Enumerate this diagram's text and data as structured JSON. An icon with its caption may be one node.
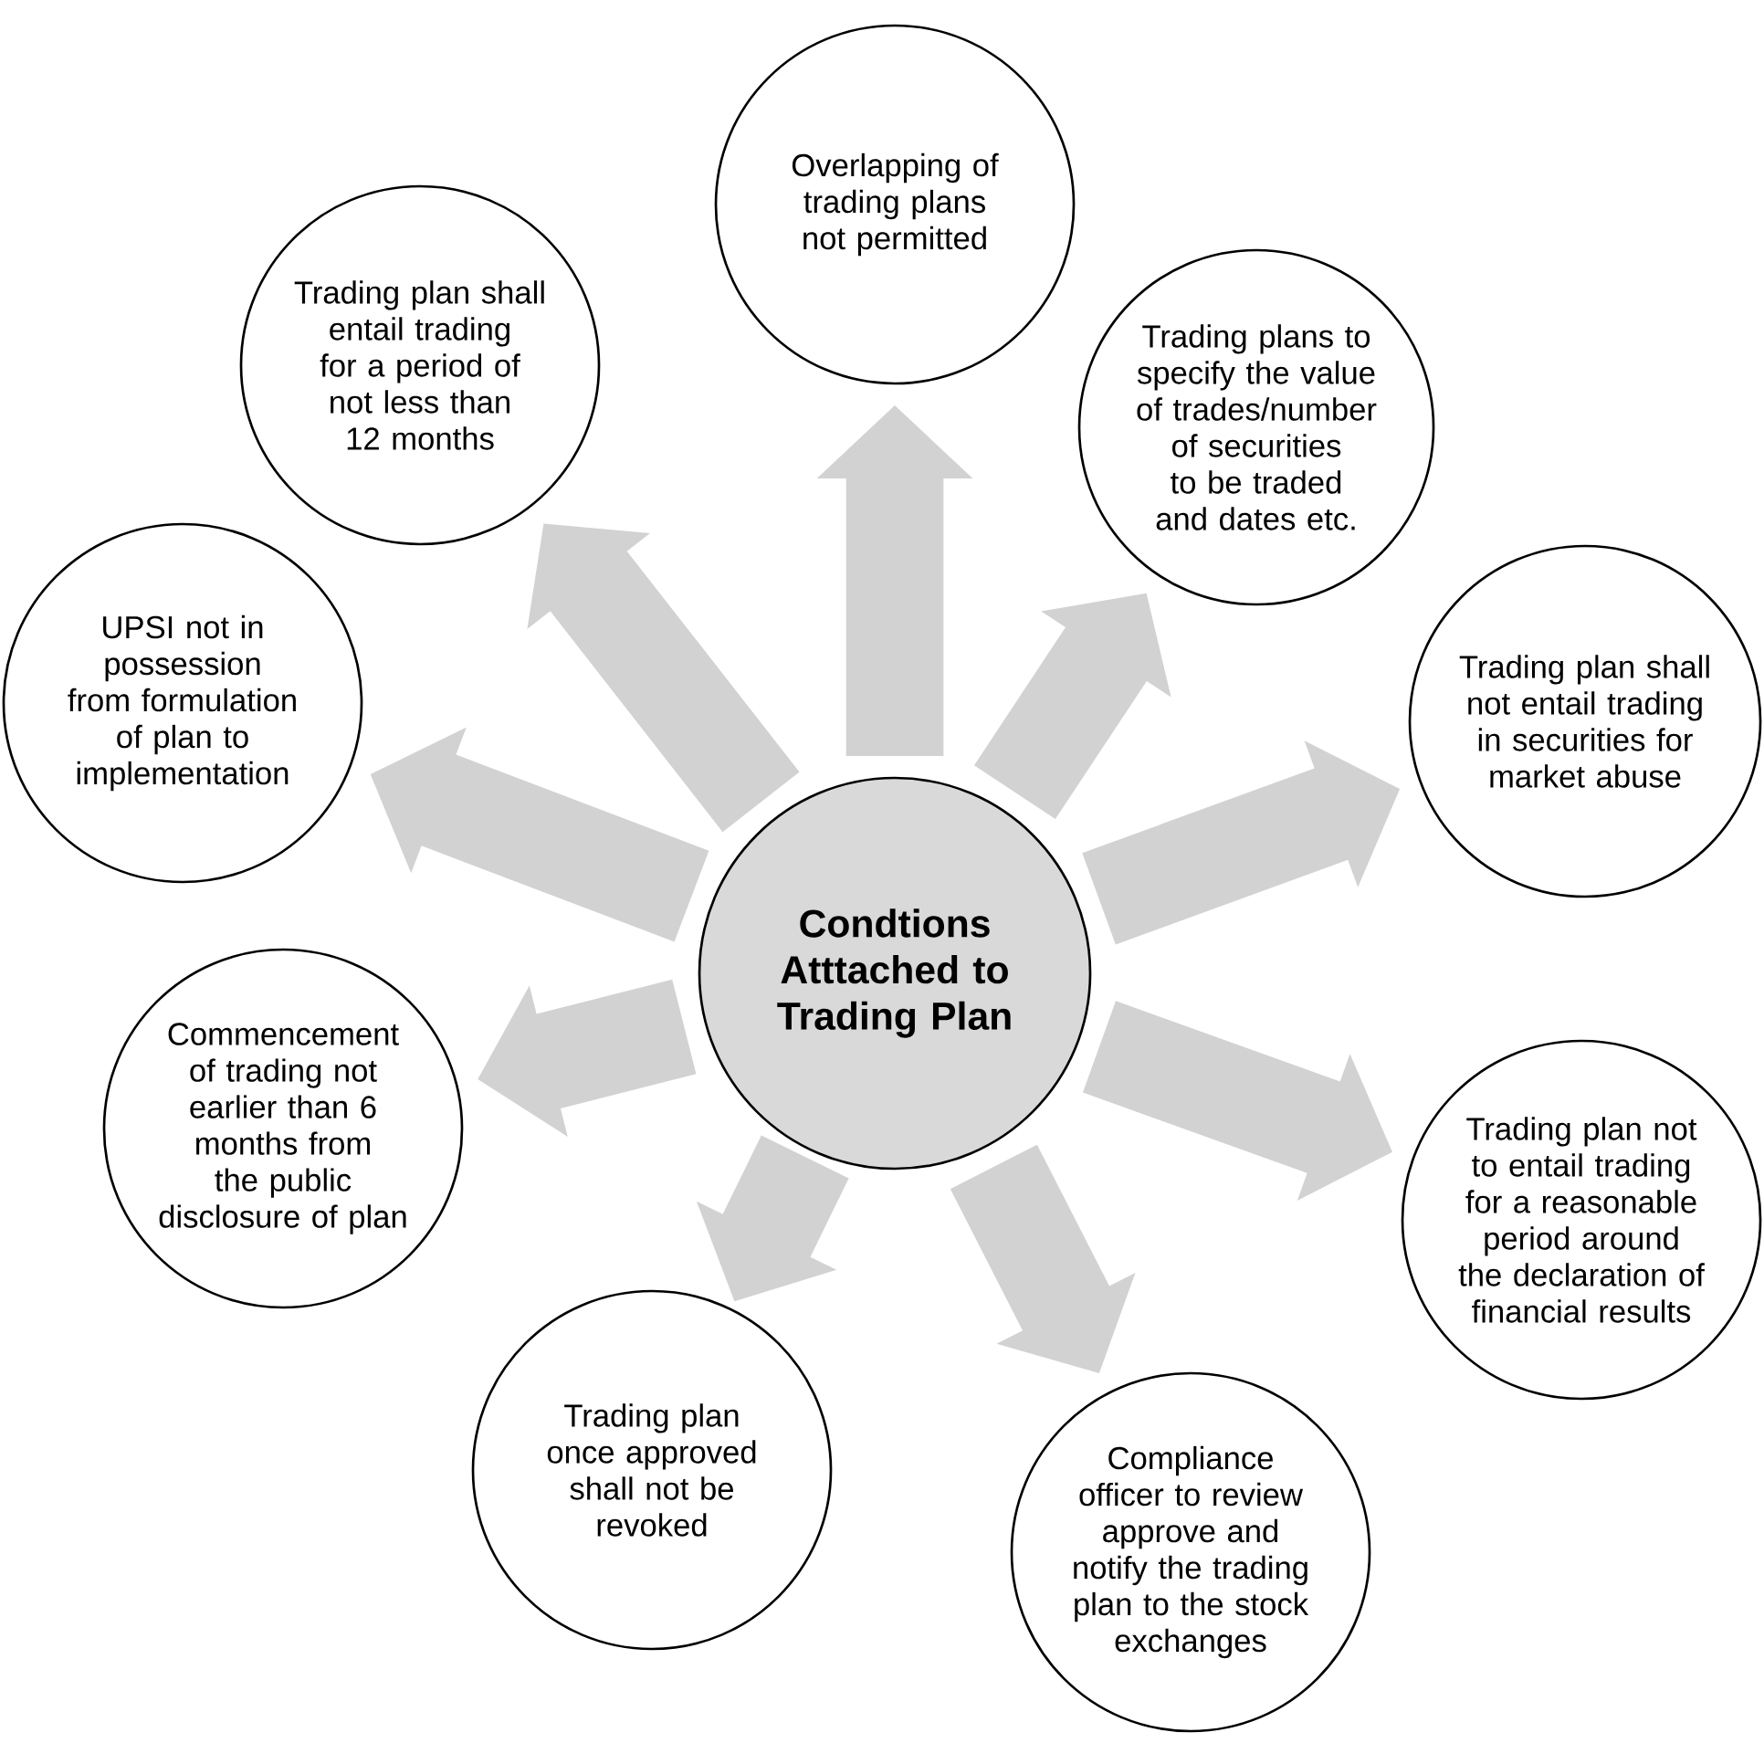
{
  "diagram": {
    "nodes": [
      {
        "text": [
          "Condtions Atttached to Trading Plan"
        ]
      },
      {
        "text": [
          "Overlapping of trading plans not permitted"
        ]
      },
      {
        "text": [
          "Trading plans to specify the value of trades/number of securities to be traded and dates etc."
        ]
      },
      {
        "text": [
          "Trading plan shall not entail trading in securities for market abuse"
        ]
      },
      {
        "text": [
          "Trading plan not to entail trading for a reasonable period around the declaration of financial results"
        ]
      },
      {
        "text": [
          "Compliance officer to review approve and notify the trading plan to the stock exchanges"
        ]
      },
      {
        "text": [
          "Trading plan once approved shall not be revoked"
        ]
      },
      {
        "text": [
          "Commencement of trading not earlier than 6 months from the public disclosure of plan"
        ]
      },
      {
        "text": [
          "UPSI not in possession from formulation of plan to implementation"
        ]
      },
      {
        "text": [
          "Trading plan shall entail trading for a period of not less than 12 months"
        ]
      }
    ],
    "edges": [
      {
        "from": 0,
        "to": 1,
        "arrow": "to"
      },
      {
        "from": 0,
        "to": 2,
        "arrow": "to"
      },
      {
        "from": 0,
        "to": 3,
        "arrow": "to"
      },
      {
        "from": 0,
        "to": 4,
        "arrow": "to"
      },
      {
        "from": 0,
        "to": 5,
        "arrow": "to"
      },
      {
        "from": 0,
        "to": 6,
        "arrow": "to"
      },
      {
        "from": 0,
        "to": 7,
        "arrow": "to"
      },
      {
        "from": 0,
        "to": 8,
        "arrow": "to"
      },
      {
        "from": 0,
        "to": 9,
        "arrow": "to"
      }
    ]
  }
}
